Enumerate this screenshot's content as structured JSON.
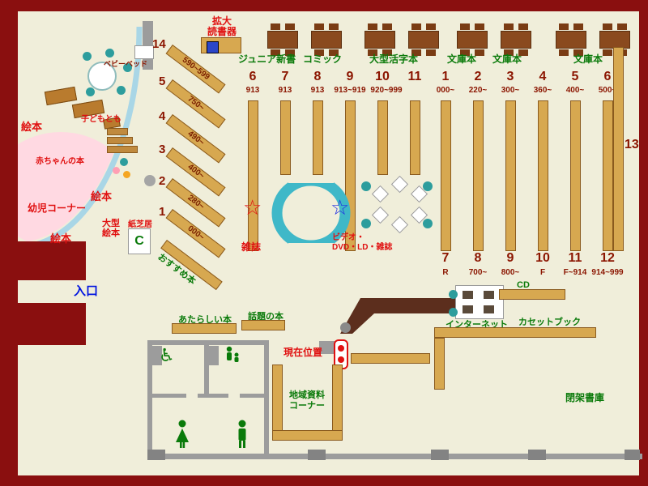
{
  "markers": {
    "entrance": "入口",
    "current_position": "現在位置"
  },
  "children_area": {
    "kodomotomo": "子どもとも",
    "baby_books": "赤ちゃんの本",
    "picture_books_left": "絵本",
    "picture_books_mid": "絵本",
    "picture_books_bottom": "絵本",
    "toddler_corner": "幼児コーナー",
    "large_picture_books": [
      "大型",
      "絵本"
    ],
    "kamishibai": "紙芝居",
    "kamishibai_mark": "C",
    "baby_bed": "ベビーベッド"
  },
  "device": {
    "magnifier_lines": [
      "拡大",
      "読書器"
    ]
  },
  "categories": [
    "ジュニア新書",
    "コミック",
    "大型活字本",
    "文庫本",
    "文庫本",
    "文庫本"
  ],
  "shelves": {
    "diagonal": [
      {
        "num": "14",
        "range": "590~599"
      },
      {
        "num": "5",
        "range": "750~"
      },
      {
        "num": "4",
        "range": "490~"
      },
      {
        "num": "3",
        "range": "400~"
      },
      {
        "num": "2",
        "range": "280~"
      },
      {
        "num": "1",
        "range": "000~"
      }
    ],
    "groupA": [
      {
        "num": "6",
        "range": "913"
      },
      {
        "num": "7",
        "range": "913"
      },
      {
        "num": "8",
        "range": "913"
      },
      {
        "num": "9",
        "range": "913~919"
      },
      {
        "num": "10",
        "range": "920~999"
      },
      {
        "num": "11",
        "range": ""
      }
    ],
    "right_top": [
      {
        "num": "1",
        "range": "000~"
      },
      {
        "num": "2",
        "range": "220~"
      },
      {
        "num": "3",
        "range": "300~"
      },
      {
        "num": "4",
        "range": "360~"
      },
      {
        "num": "5",
        "range": "400~"
      },
      {
        "num": "6",
        "range": "500~"
      }
    ],
    "right_bottom": [
      {
        "num": "7",
        "range": "R"
      },
      {
        "num": "8",
        "range": "700~"
      },
      {
        "num": "9",
        "range": "800~"
      },
      {
        "num": "10",
        "range": "F"
      },
      {
        "num": "11",
        "range": "F~914"
      },
      {
        "num": "12",
        "range": "914~999"
      }
    ],
    "shelf13": "13"
  },
  "center": {
    "magazines": "雑誌",
    "av_lines": [
      "ビデオ・",
      "DVD・LD・雑誌"
    ]
  },
  "areas": {
    "new_books": "あたらしい本",
    "topic_books": "話題の本",
    "recommended": "おすすめ本",
    "local_lines": [
      "地域資料",
      "コーナー"
    ],
    "internet": "インターネット",
    "cd": "CD",
    "cassette": "カセットブック",
    "closed_stacks": "閉架書庫"
  },
  "colors": {
    "outer_wall": "#8a0f0f",
    "floor": "#f0eeda",
    "shelf": "#d7a850",
    "table": "#8a4a1e",
    "counter": "#5c2e1d",
    "teal": "#2d9d9d",
    "magazine_arc": "#3fb8c8",
    "window_arc": "#a9d6e6",
    "toddler_pink": "#ffd9e2",
    "green_text": "#0a7a0a",
    "red_text": "#e01010",
    "dark_red_text": "#8b1500",
    "entrance_blue": "#0014e0",
    "wall_gray": "#9c9c9c"
  }
}
